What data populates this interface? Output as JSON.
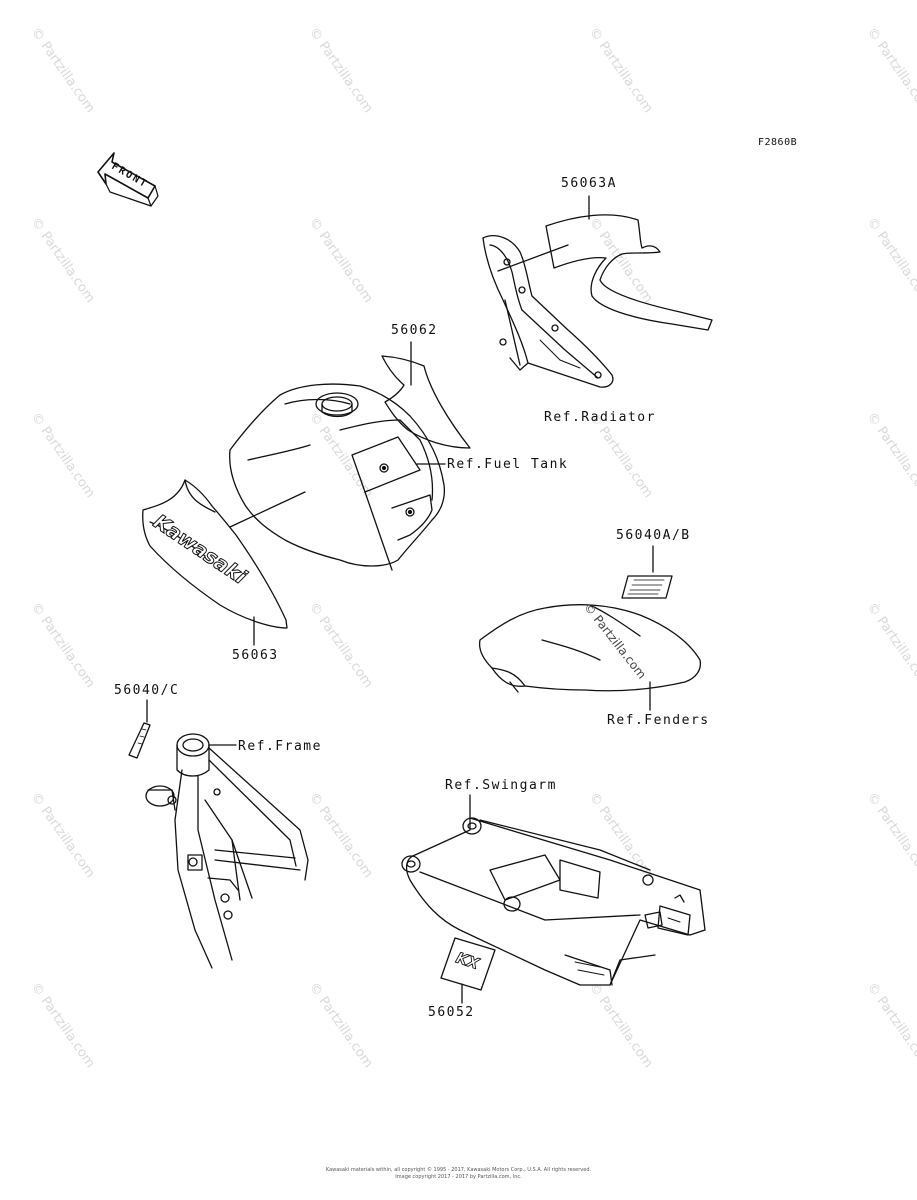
{
  "diagram_code": "F2860B",
  "front_arrow_label": "FRONT",
  "labels": {
    "p56063A": "56063A",
    "p56062": "56062",
    "ref_radiator": "Ref.Radiator",
    "ref_fuel_tank": "Ref.Fuel Tank",
    "p56063": "56063",
    "p56040AB": "56040A/B",
    "ref_fenders": "Ref.Fenders",
    "p56040C": "56040/C",
    "ref_frame": "Ref.Frame",
    "ref_swingarm": "Ref.Swingarm",
    "p56052": "56052"
  },
  "decal_text": {
    "kawasaki": "Kawasaki",
    "swingarm": "KX"
  },
  "watermark": "© Partzilla.com",
  "fender_watermark": "© Partzilla.com",
  "footer": {
    "line1": "Kawasaki materials within, all copyright © 1995 - 2017, Kawasaki Motors Corp., U.S.A. All rights reserved.",
    "line2": "Image copyright 2017 - 2017 by Partzilla.com, Inc."
  }
}
